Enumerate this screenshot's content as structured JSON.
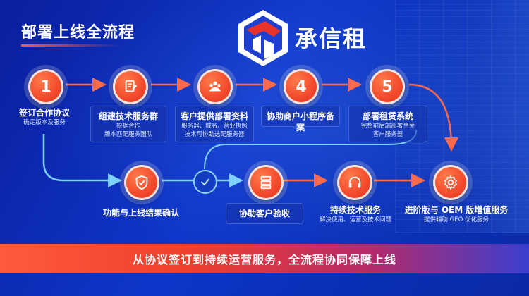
{
  "header": {
    "title": "部署上线全流程",
    "brand_name": "承信租"
  },
  "steps": [
    {
      "number": "1",
      "title": "签订合作协议",
      "sub1": "确定版本及服务",
      "sub2": ""
    },
    {
      "number": "",
      "title": "组建技术服务群",
      "sub1": "根据合作",
      "sub2": "版本匹配服务团队"
    },
    {
      "number": "",
      "title": "客户提供部署资料",
      "sub1": "服务器、域名、营业执照",
      "sub2": "技术可协助选配服务器"
    },
    {
      "number": "4",
      "title": "协助商户小程序备案",
      "sub1": "",
      "sub2": ""
    },
    {
      "number": "5",
      "title": "部署租赁系统",
      "sub1": "完整前后端部署至至",
      "sub2": "客户服务器"
    },
    {
      "number": "",
      "title": "功能与上线结果确认",
      "sub1": "",
      "sub2": ""
    },
    {
      "number": "",
      "title": "协助客户验收",
      "sub1": "",
      "sub2": ""
    },
    {
      "number": "",
      "title": "持续技术服务",
      "sub1": "解决使用、运营及技术问题",
      "sub2": ""
    },
    {
      "number": "",
      "title": "进阶版与 OEM 版增值服务",
      "sub1": "提供辅助 GEO 优化服务",
      "sub2": ""
    }
  ],
  "footer": {
    "slogan": "从协议签订到持续运营服务，全流程协同保障上线"
  },
  "colors": {
    "accent": "#f1462a",
    "background": "#0f36c9",
    "connector": "#ff6a4a",
    "loop_line": "#7fd0ff"
  },
  "icons": [
    "document-edit-icon",
    "team-icon",
    "server-icon",
    "check-icon",
    "shield-check-icon",
    "headset-icon",
    "gear-icon"
  ]
}
